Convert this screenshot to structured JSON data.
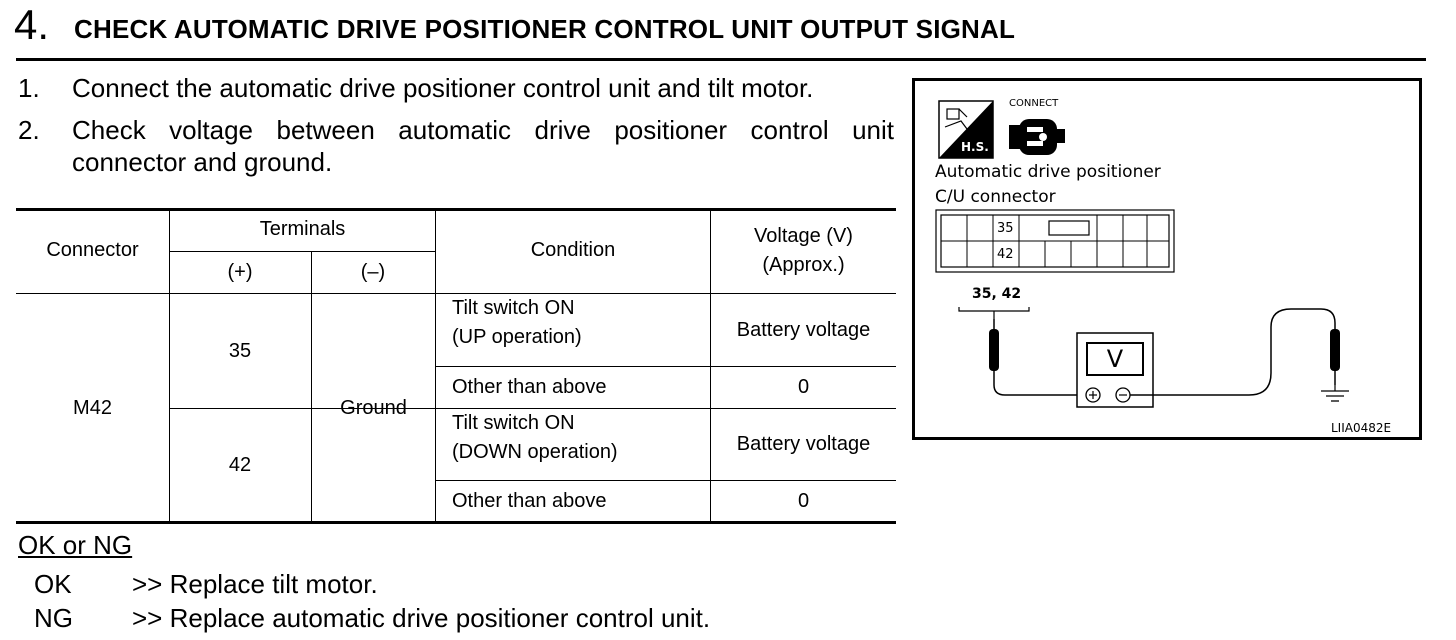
{
  "step": {
    "number": "4.",
    "title": "CHECK AUTOMATIC DRIVE POSITIONER CONTROL UNIT OUTPUT SIGNAL"
  },
  "instructions": [
    {
      "num": "1.",
      "text": "Connect the automatic drive positioner control unit and tilt motor."
    },
    {
      "num": "2.",
      "text": "Check voltage between automatic drive positioner control unit",
      "continuation": "connector and ground."
    }
  ],
  "table": {
    "headers": {
      "connector": "Connector",
      "terminals": "Terminals",
      "plus": "(+)",
      "minus": "(–)",
      "condition": "Condition",
      "voltage_line1": "Voltage (V)",
      "voltage_line2": "(Approx.)"
    },
    "connector": "M42",
    "ground": "Ground",
    "rows": [
      {
        "terminal": "35",
        "cond1": "Tilt switch ON",
        "cond2": "(UP operation)",
        "voltage": "Battery voltage",
        "other": "Other than above",
        "other_voltage": "0"
      },
      {
        "terminal": "42",
        "cond1": "Tilt switch ON",
        "cond2": "(DOWN operation)",
        "voltage": "Battery voltage",
        "other": "Other than above",
        "other_voltage": "0"
      }
    ]
  },
  "result": {
    "heading": "OK or NG",
    "ok_key": "OK",
    "ok_text": ">> Replace tilt motor.",
    "ng_key": "NG",
    "ng_text": ">> Replace automatic drive positioner control unit."
  },
  "figure": {
    "connect_label": "CONNECT",
    "hs_label": "H.S.",
    "connector_caption1": "Automatic drive positioner",
    "connector_caption2": "C/U connector",
    "pin_top": "35",
    "pin_bottom": "42",
    "probe_label": "35, 42",
    "meter_label": "V",
    "figure_id": "LIIA0482E"
  }
}
